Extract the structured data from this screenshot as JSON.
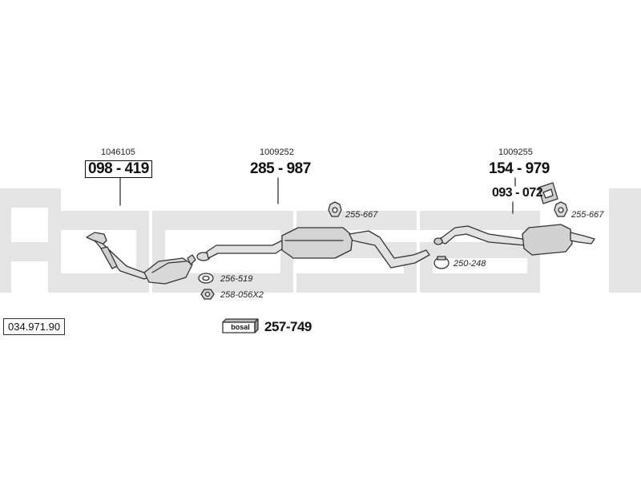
{
  "catalog_number": "034.971.90",
  "sections": [
    {
      "ref": "1046105",
      "part": "098 - 419"
    },
    {
      "ref": "1009252",
      "part": "285 - 987"
    },
    {
      "ref": "1009255",
      "part": "154 - 979"
    }
  ],
  "fittings": {
    "bracket_part": "093 - 072",
    "hanger_1": "255-667",
    "hanger_2": "255-667",
    "clamp": "250-248",
    "gasket": "256-519",
    "nut": "258-056X2"
  },
  "mounting_kit": {
    "logo_text": "bosal",
    "part": "257-749"
  },
  "watermark": {
    "text": "bosal",
    "color": "#dedede"
  },
  "colors": {
    "pipe": "#d9d9d9",
    "outline": "#333333"
  }
}
